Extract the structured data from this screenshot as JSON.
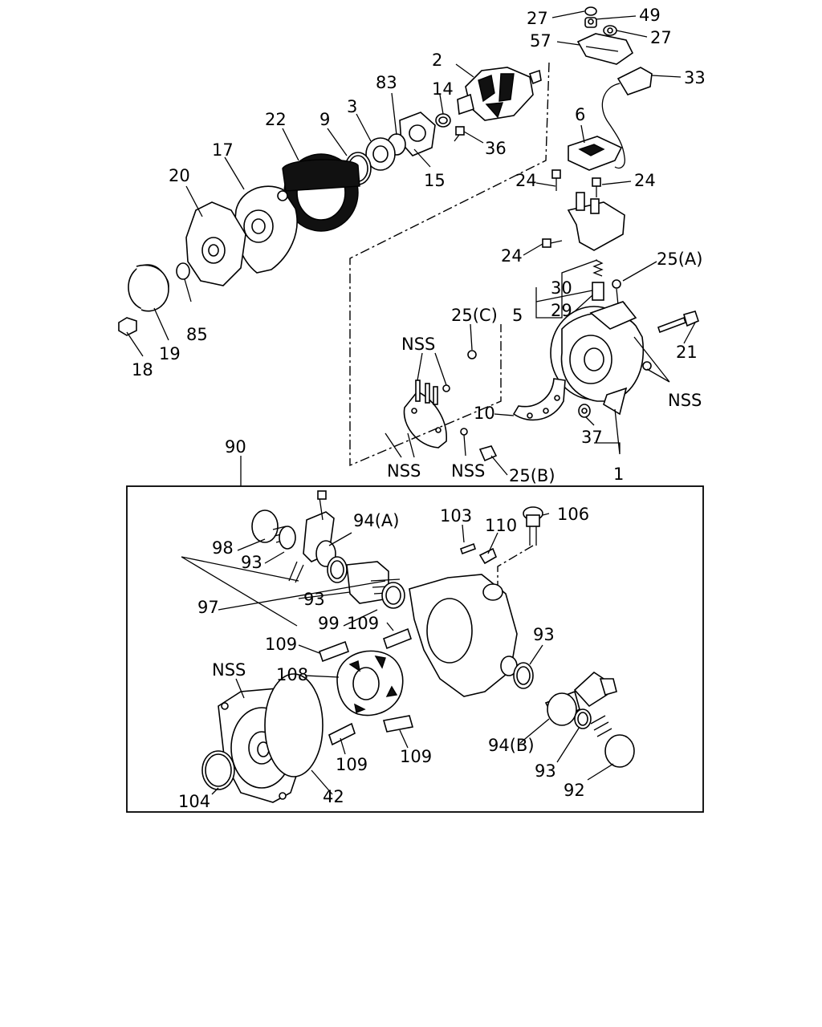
{
  "labels": {
    "l27a": "27",
    "l49": "49",
    "l27b": "27",
    "l57": "57",
    "l33": "33",
    "l2": "2",
    "l83": "83",
    "l14": "14",
    "l22": "22",
    "l9": "9",
    "l3": "3",
    "l36": "36",
    "l15": "15",
    "l17": "17",
    "l20": "20",
    "l6": "6",
    "l24a": "24",
    "l24b": "24",
    "l24c": "24",
    "l25a": "25(A)",
    "l30": "30",
    "l5": "5",
    "l29": "29",
    "l25c": "25(C)",
    "l21": "21",
    "lnss1": "NSS",
    "lnss2": "NSS",
    "l10": "10",
    "l37": "37",
    "l85": "85",
    "l18": "18",
    "l19": "19",
    "lnss3": "NSS",
    "lnss4": "NSS",
    "l25b": "25(B)",
    "l1": "1",
    "l90": "90",
    "l103": "103",
    "l106": "106",
    "l110": "110",
    "l94a": "94(A)",
    "l98": "98",
    "l93a": "93",
    "l97": "97",
    "l93b": "93",
    "l99": "99",
    "l109a": "109",
    "l109b": "109",
    "l108": "108",
    "lnss5": "NSS",
    "l93c": "93",
    "l109c": "109",
    "l109d": "109",
    "l94b": "94(B)",
    "l93d": "93",
    "l92": "92",
    "l104": "104",
    "l42": "42"
  }
}
